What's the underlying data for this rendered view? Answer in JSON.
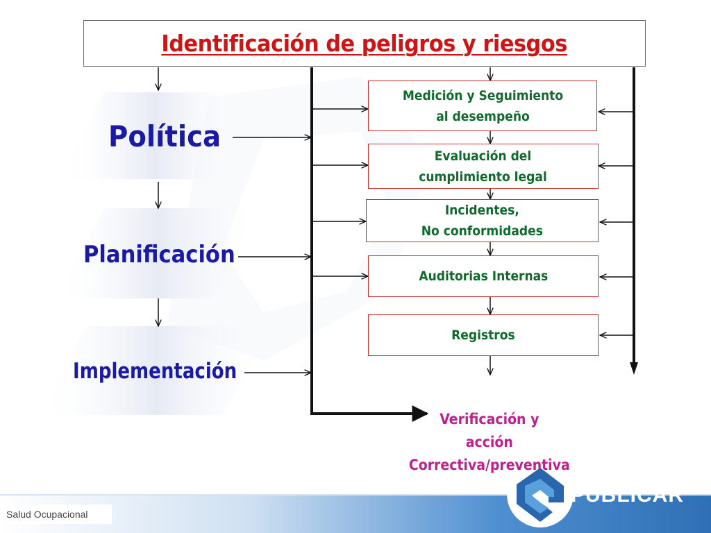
{
  "title": "Identificación de peligros y riesgos",
  "stages": [
    {
      "label": "Política"
    },
    {
      "label": "Planificación"
    },
    {
      "label": "Implementación"
    }
  ],
  "boxes": [
    {
      "label": "Medición y Seguimiento\nal desempeño"
    },
    {
      "label": "Evaluación del\ncumplimiento legal"
    },
    {
      "label": "Incidentes,\nNo conformidades"
    },
    {
      "label": "Auditorias Internas"
    },
    {
      "label": "Registros"
    }
  ],
  "outcome": "Verificación y\nacción\nCorrectiva/preventiva",
  "footer": {
    "label": "Salud Ocupacional"
  },
  "brand": {
    "name": "PUBLICAR",
    "logo_icon": "publicar-logo-icon"
  },
  "colors": {
    "title": "#d01414",
    "stage_text": "#1a1aa6",
    "box_text": "#0f6b2c",
    "box_border": "#d23030",
    "outcome_text": "#c0208e",
    "footer_band": "#3a7fc4"
  }
}
